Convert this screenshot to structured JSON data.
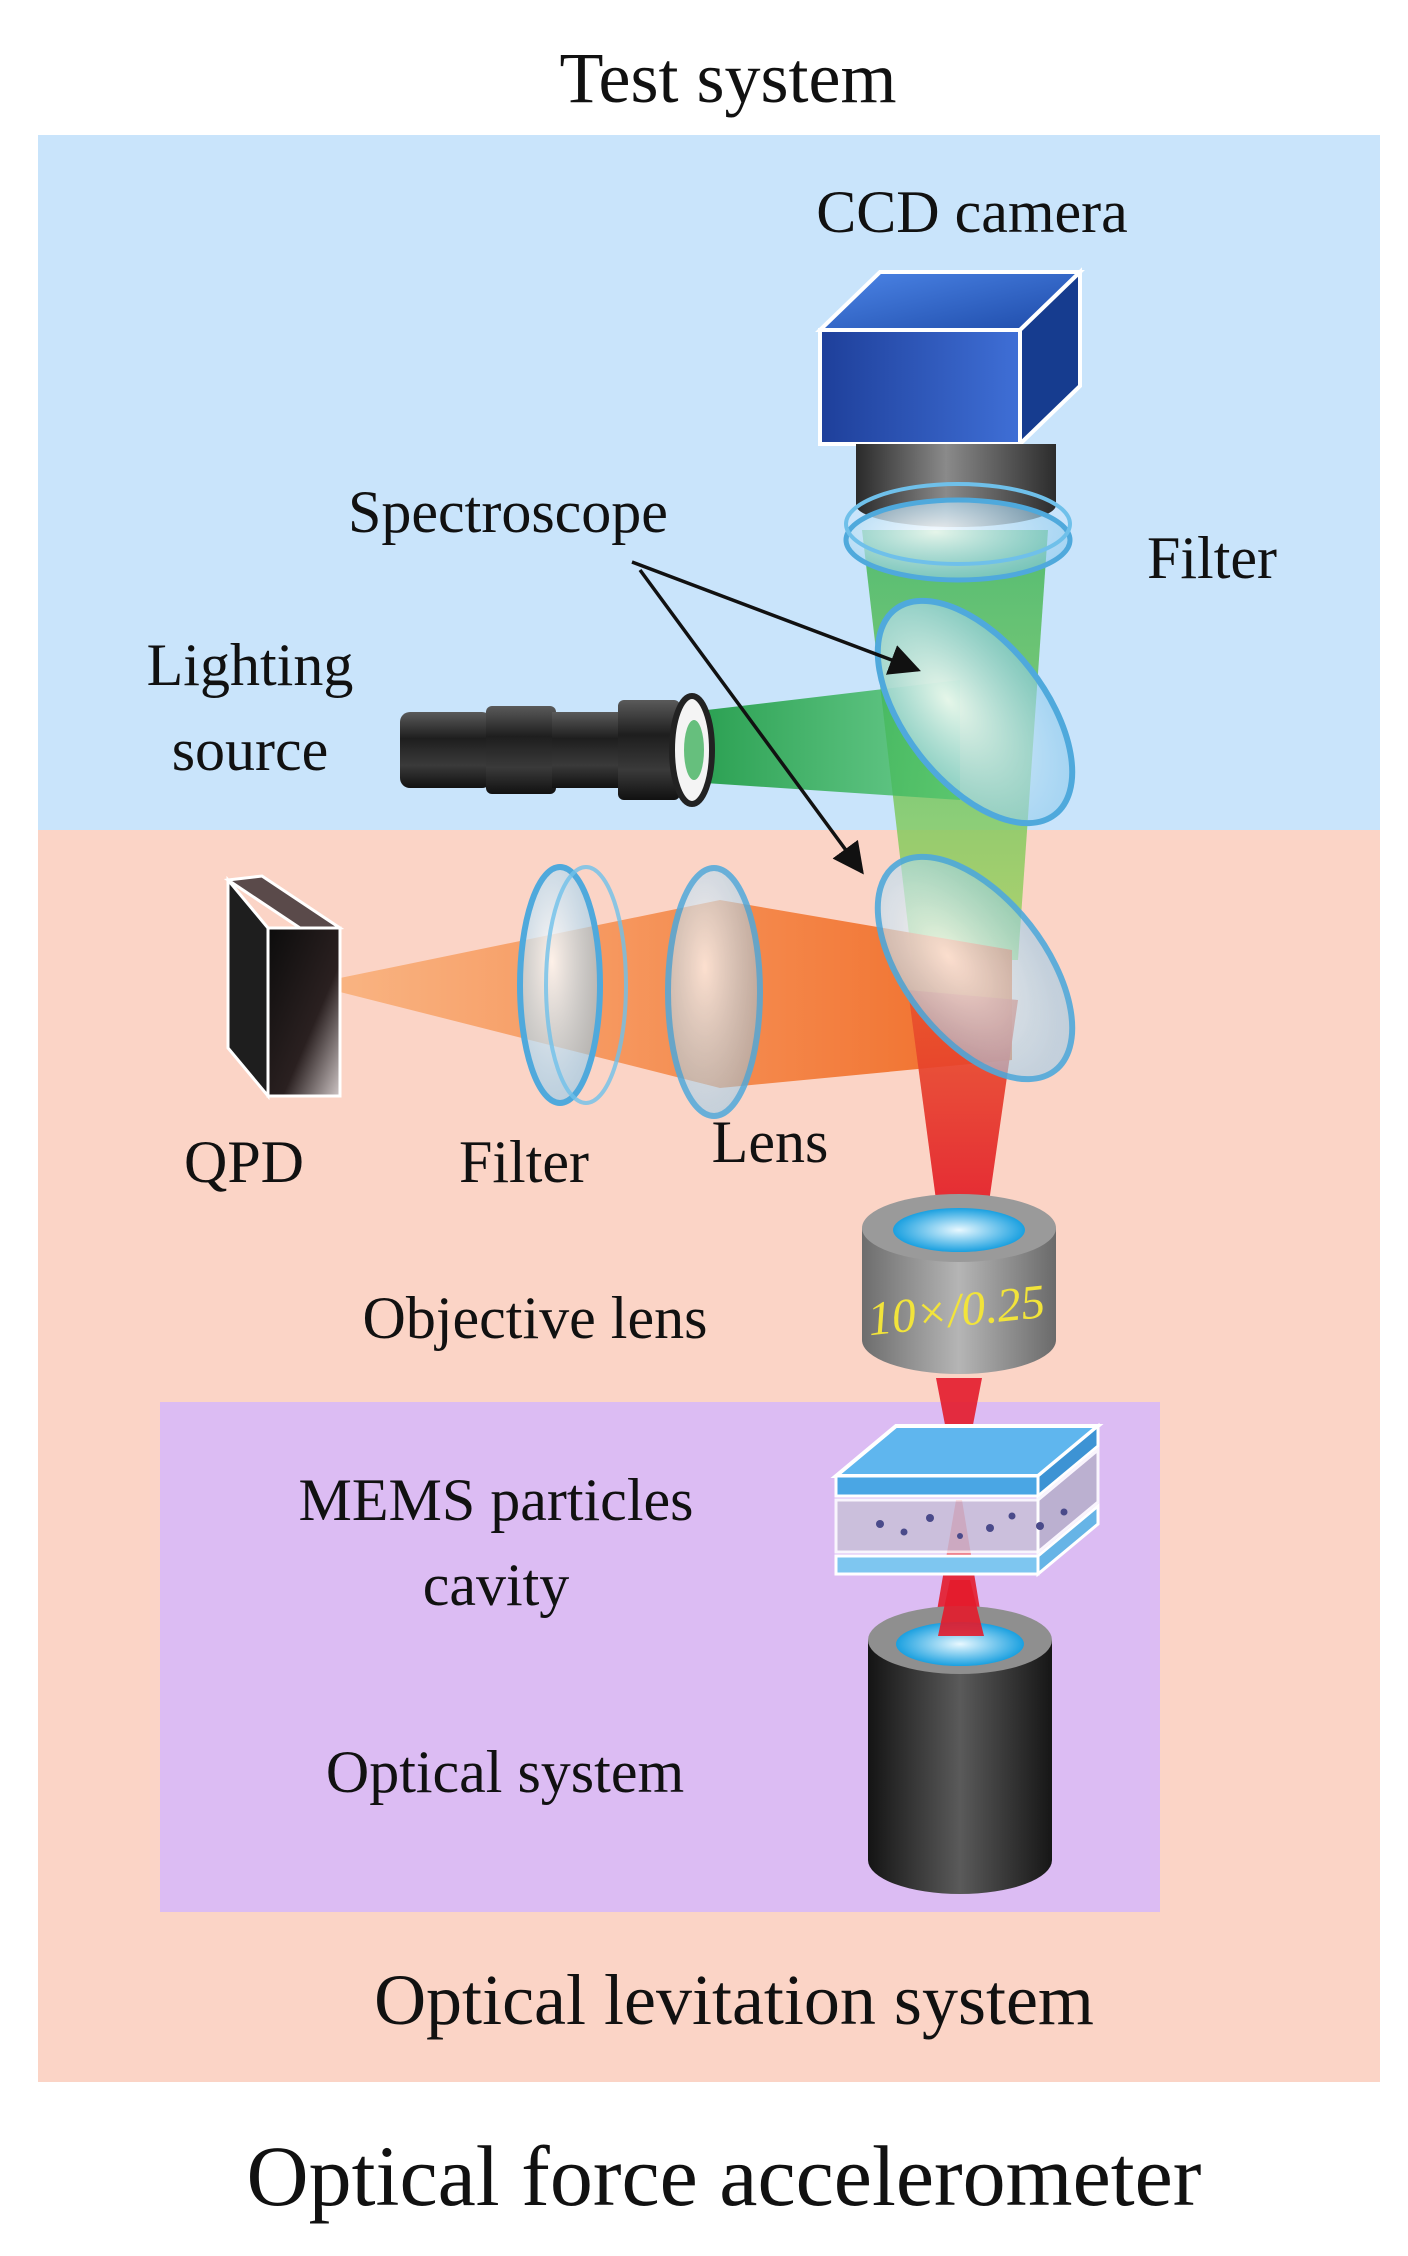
{
  "title_top": "Test system",
  "title_bottom": "Optical force accelerometer",
  "regions": {
    "test_system_color": "#c9e4fb",
    "levitation_system_label": "Optical levitation system",
    "levitation_system_color": "#fbd4c6",
    "mems_region_color": "#dcbcf3"
  },
  "labels": {
    "ccd_camera": "CCD camera",
    "filter_top": "Filter",
    "spectroscope": "Spectroscope",
    "lighting_source_line1": "Lighting",
    "lighting_source_line2": "source",
    "qpd": "QPD",
    "filter_left": "Filter",
    "lens": "Lens",
    "objective_lens": "Objective lens",
    "objective_marking": "10×/0.25",
    "mems_line1": "MEMS particles",
    "mems_line2": "cavity",
    "optical_system": "Optical system"
  },
  "colors": {
    "green_beam": "#2aa84a",
    "orange_beam": "#f47a2c",
    "red_beam": "#e8242c",
    "camera_blue": "#1f4fb0",
    "objective_text": "#f2e43a"
  }
}
